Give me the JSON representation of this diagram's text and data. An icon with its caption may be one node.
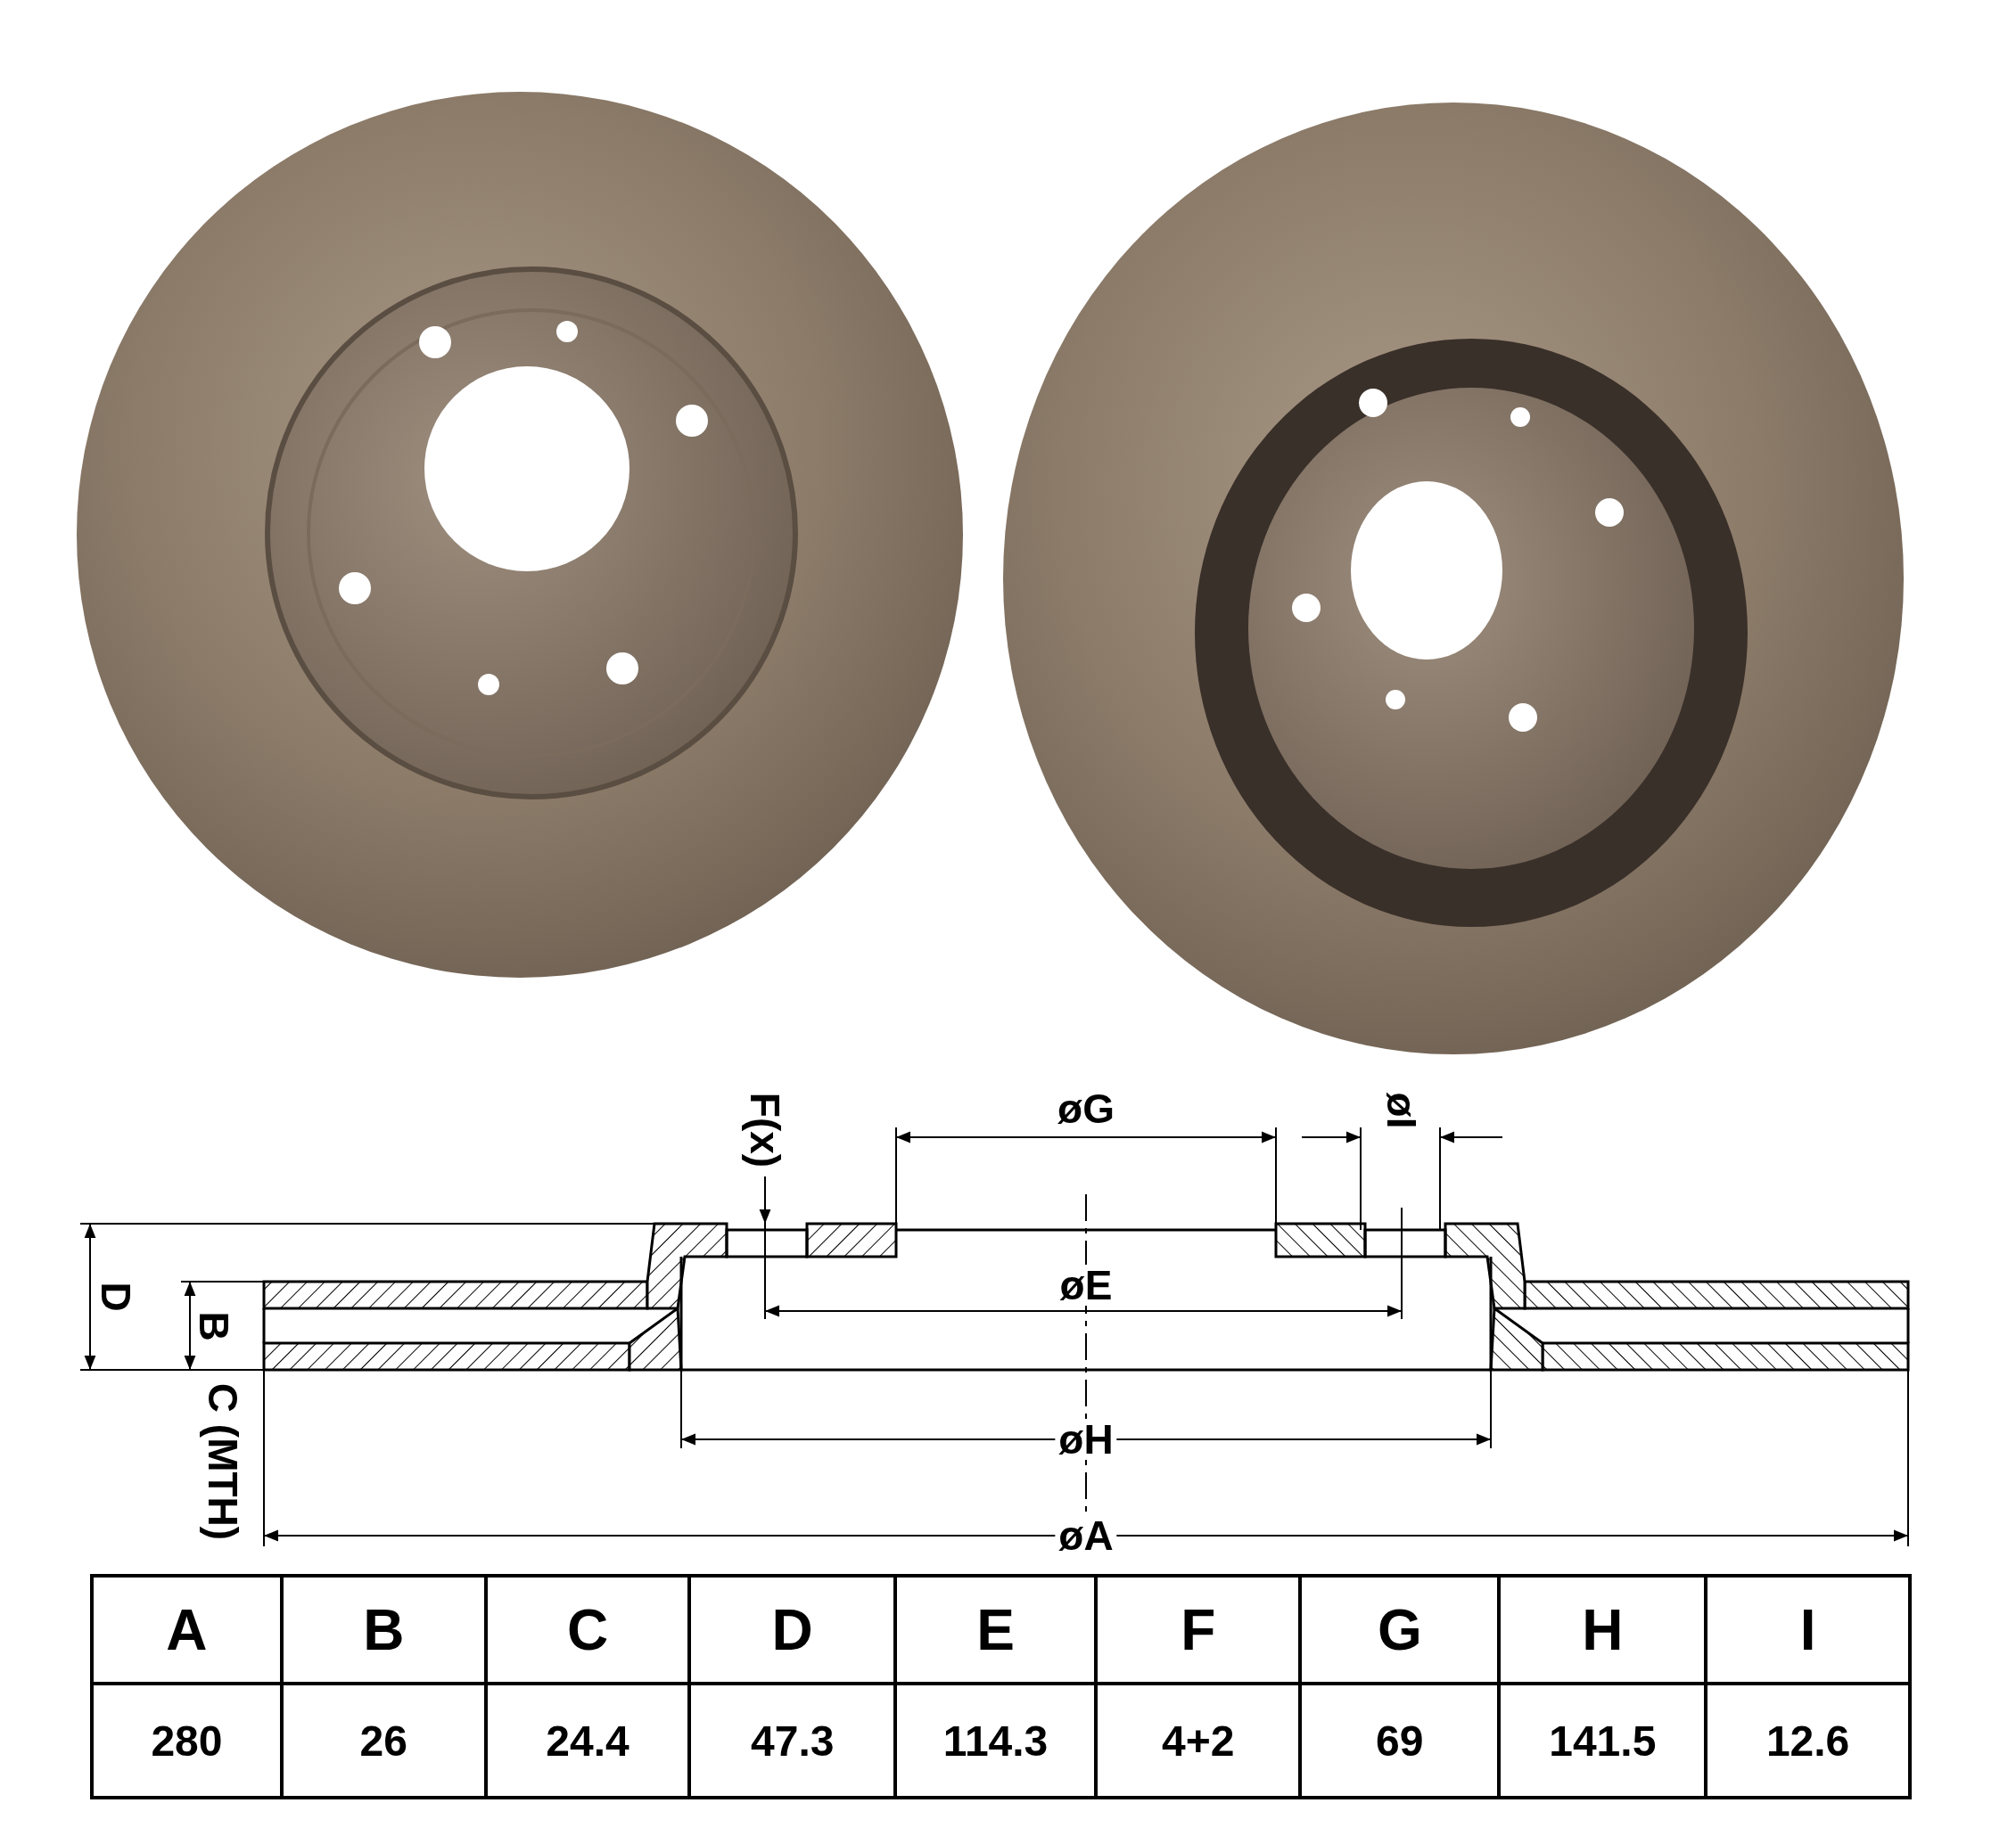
{
  "diagram": {
    "labels": [
      "øG",
      "øI",
      "F(x)",
      "D",
      "B",
      "øE",
      "C (MTH)",
      "øH",
      "øA",
      "A",
      "B",
      "C",
      "D",
      "E",
      "F",
      "G",
      "H",
      "I",
      "280",
      "26",
      "24.4",
      "47.3",
      "114.3",
      "4+2",
      "69",
      "141.5",
      "12.6"
    ]
  }
}
